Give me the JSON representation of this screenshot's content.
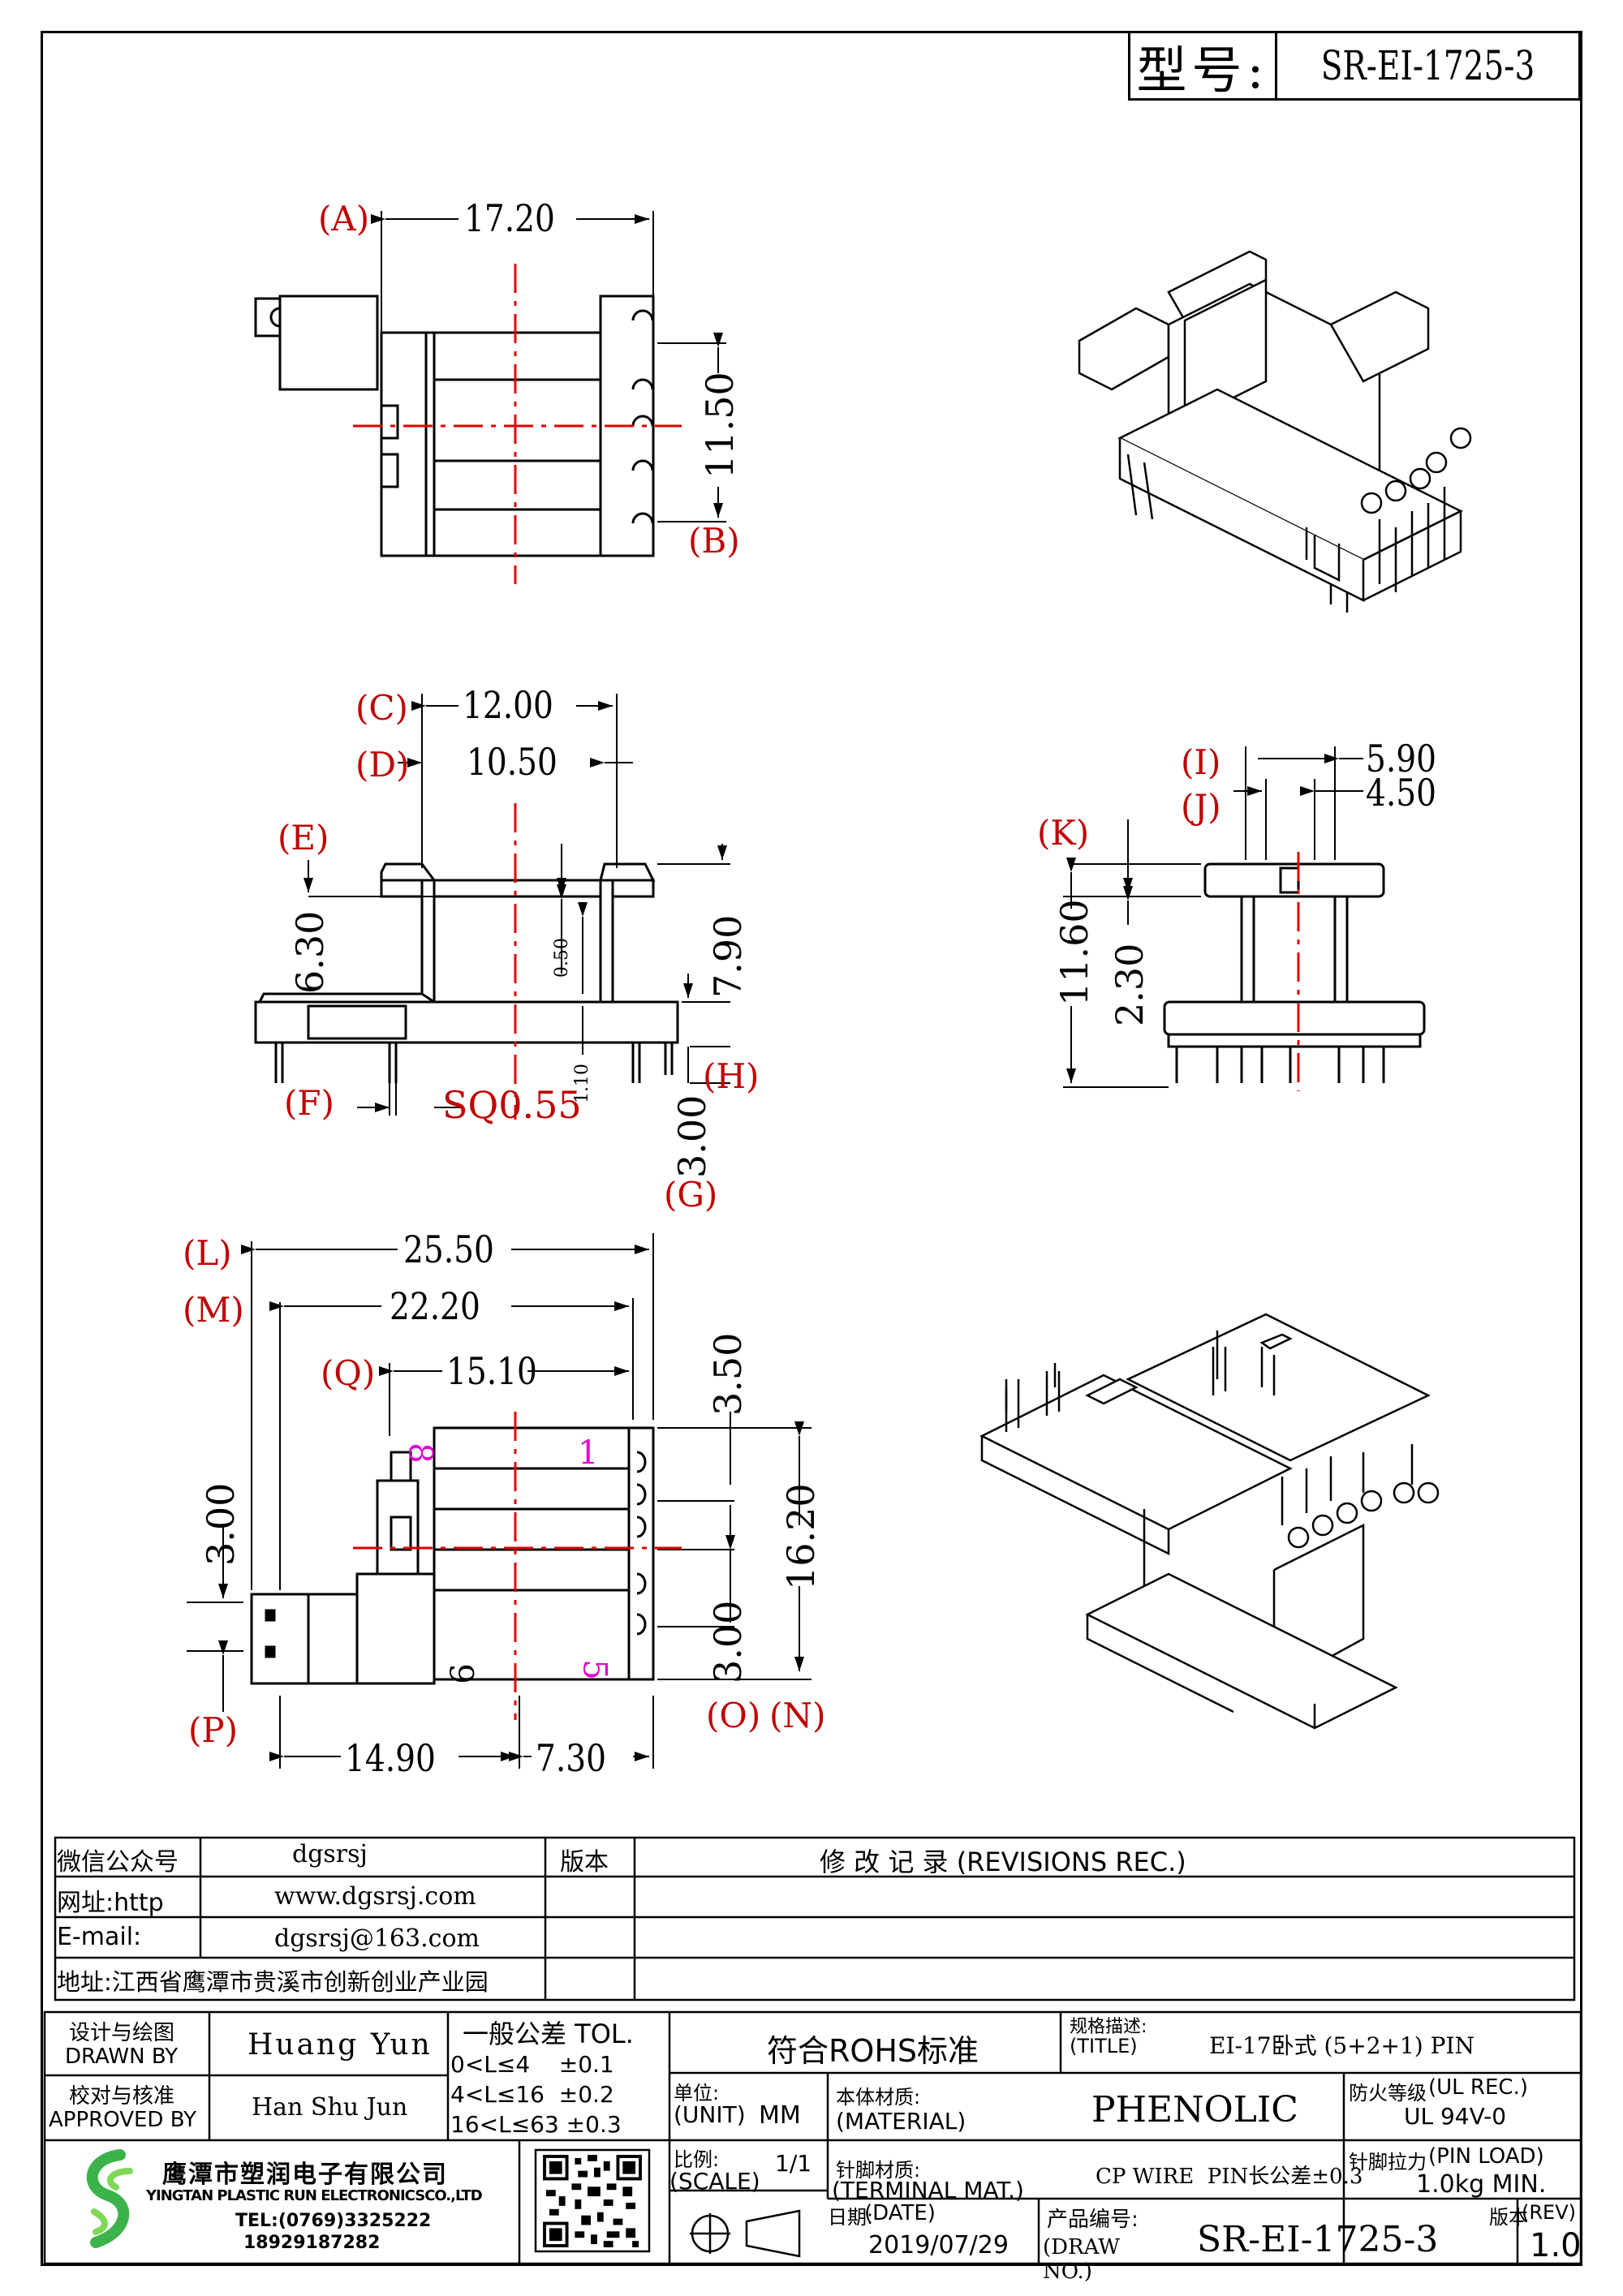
{
  "header": {
    "model_label": "型号:",
    "model_value": "SR-EI-1725-3"
  },
  "top_view": {
    "dim_a": "17.20",
    "ref_a": "(A)",
    "dim_b": "11.50",
    "ref_b": "(B)"
  },
  "front_view": {
    "ref_c": "(C)",
    "dim_c": "12.00",
    "ref_d": "(D)",
    "dim_d": "10.50",
    "ref_e": "(E)",
    "dim_e": "6.30",
    "ref_f": "(F)",
    "dim_f": "SQ0.55",
    "ref_g": "(G)",
    "dim_g": "3.00",
    "ref_h": "(H)",
    "dim_h": "1.10",
    "dim_thin": "0.50",
    "dim_79": "7.90"
  },
  "side_view": {
    "ref_i": "(I)",
    "dim_i": "5.90",
    "ref_j": "(J)",
    "dim_j": "4.50",
    "ref_k": "(K)",
    "dim_k": "11.60",
    "dim_23": "2.30"
  },
  "bottom_view": {
    "ref_l": "(L)",
    "dim_l": "25.50",
    "ref_m": "(M)",
    "dim_m": "22.20",
    "ref_q": "(Q)",
    "dim_q": "15.10",
    "dim_350": "3.50",
    "dim_300a": "3.00",
    "dim_1620": "16.20",
    "dim_300b": "3.00",
    "ref_p": "(P)",
    "dim_1490": "14.90",
    "dim_730": "7.30",
    "ref_o": "(O)",
    "ref_n": "(N)",
    "pin_8": "8",
    "pin_1": "1",
    "pin_9": "9",
    "pin_5": "5"
  },
  "info": {
    "wechat_label": "微信公众号",
    "wechat_value": "dgsrsj",
    "url_label": "网址:http",
    "url_value": "www.dgsrsj.com",
    "email_label": "E-mail:",
    "email_value": "dgsrsj@163.com",
    "address": "地址:江西省鹰潭市贵溪市创新创业产业园",
    "version_label": "版本",
    "revisions_label": "修 改 记 录  (REVISIONS REC.)"
  },
  "title_block": {
    "drawn_cn": "设计与绘图",
    "drawn_en": "DRAWN BY",
    "drawn_value": "Huang Yun",
    "approved_cn": "校对与核准",
    "approved_en": "APPROVED BY",
    "approved_value": "Han Shu Jun",
    "tol_title": "一般公差 TOL.",
    "tol_rows": [
      "0<L≤4    ±0.1",
      "4<L≤16  ±0.2",
      "16<L≤63 ±0.3"
    ],
    "rohs": "符合ROHS标准",
    "title_cn": "规格描述:",
    "title_en": "(TITLE)",
    "title_value": "EI-17卧式 (5+2+1) PIN",
    "unit_cn": "单位:",
    "unit_en": "(UNIT)",
    "unit_value": "MM",
    "material_cn": "本体材质:",
    "material_en": "(MATERIAL)",
    "material_value": "PHENOLIC",
    "ul_cn": "防火等级",
    "ul_en": "(UL REC.)",
    "ul_value": "UL 94V-0",
    "scale_cn": "比例:",
    "scale_en": "(SCALE)",
    "scale_value": "1/1",
    "terminal_cn": "针脚材质:",
    "terminal_en": "(TERMINAL MAT.)",
    "terminal_value": "CP WIRE  PIN长公差±0.3",
    "pinload_cn": "针脚拉力",
    "pinload_en": "(PIN LOAD)",
    "pinload_value": "1.0kg MIN.",
    "date_cn": "日期:",
    "date_en": "(DATE)",
    "date_value": "2019/07/29",
    "drawno_cn": "产品编号:",
    "drawno_en": "(DRAW NO.)",
    "drawno_value": "SR-EI-1725-3",
    "rev_cn": "版本",
    "rev_en": "(REV)",
    "rev_value": "1.0",
    "company_name": "鹰潭市塑润电子有限公司",
    "company_en": "YINGTAN PLASTIC RUN ELECTRONICSCO.,LTD",
    "company_tel": "TEL:(0769)3325222",
    "company_mobile": "18929187282"
  }
}
